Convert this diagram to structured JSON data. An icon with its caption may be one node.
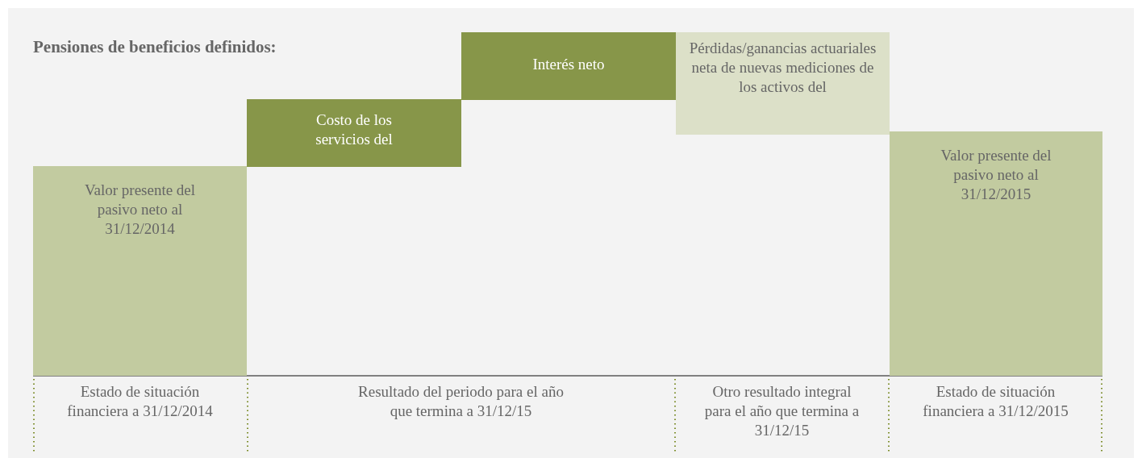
{
  "diagram": {
    "title": "Pensiones de beneficios definidos:",
    "nodes": [
      {
        "text": [
          "Valor presente del pasivo neto al 31/12/2014"
        ]
      },
      {
        "text": [
          "Costo de los servicios del"
        ]
      },
      {
        "text": [
          "Interés neto"
        ]
      },
      {
        "text": [
          "Pérdidas/ganancias actuariales neta de nuevas mediciones de los activos del"
        ]
      },
      {
        "text": [
          "Valor presente del pasivo neto al 31/12/2015"
        ]
      }
    ],
    "labels": [
      "Estado de situación financiera a 31/12/2014",
      "Resultado del periodo para el año que termina a 31/12/15",
      "Otro resultado integral para el año que termina a 31/12/15",
      "Estado de situación financiera a 31/12/2015"
    ]
  }
}
